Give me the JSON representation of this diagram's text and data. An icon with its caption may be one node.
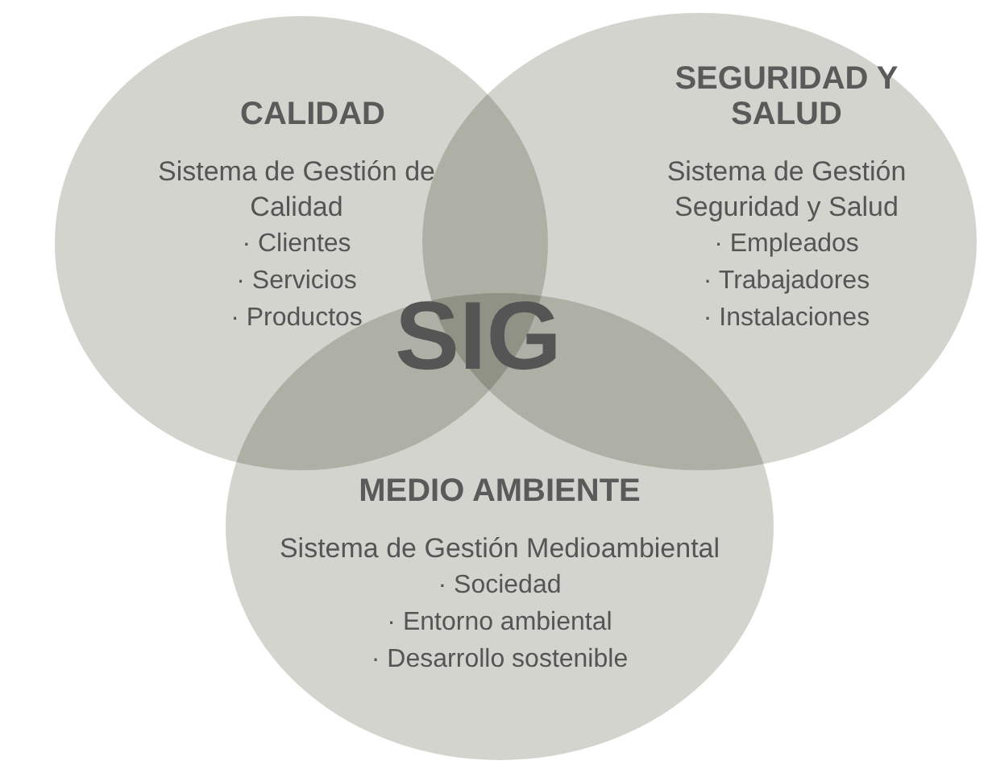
{
  "diagram": {
    "nodes": [
      {
        "text": [
          "CALIDAD",
          "Sistema de Gestión de Calidad",
          "· Clientes",
          "· Servicios",
          "· Productos"
        ]
      },
      {
        "text": [
          "SEGURIDAD Y SALUD",
          "Sistema de Gestión Seguridad y Salud",
          "· Empleados",
          "· Trabajadores",
          "· Instalaciones"
        ]
      },
      {
        "text": [
          "MEDIO AMBIENTE",
          "Sistema de Gestión Medioambiental",
          "· Sociedad",
          "· Entorno ambiental",
          "· Desarrollo sostenible"
        ]
      }
    ],
    "edges": [],
    "labels": [
      "SIG"
    ]
  }
}
